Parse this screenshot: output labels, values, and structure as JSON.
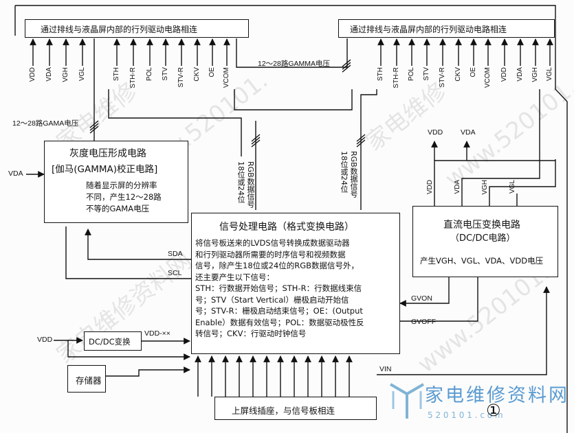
{
  "lcd_connect_label": "通过排线与液晶屏内部的行列驱动电路相连",
  "pins_left": [
    "VDD",
    "VDA",
    "VGH",
    "VGL",
    "STH",
    "STH-R",
    "POL",
    "STV",
    "STV-R",
    "CKV",
    "OE",
    "VCOM"
  ],
  "pins_right": [
    "STH",
    "STH-R",
    "POL",
    "STV",
    "STV-R",
    "CKV",
    "OE",
    "VCOM",
    "VDD",
    "VDA",
    "VGH",
    "VGL"
  ],
  "gamma_bus_top": "12～28路GAMMA电压",
  "gamma_bus_left": "12～28路GAMA电压",
  "gamma_block": {
    "title": "灰度电压形成电路",
    "subtitle": "[伽马(GAMMA)校正电路]",
    "desc": [
      "随着显示屏的分辨率",
      "不同，产生12～28路",
      "不等的GAMA电压"
    ]
  },
  "vda_input": "VDA",
  "rgb_bus_label": [
    "18位或24位",
    "RGB数据信号"
  ],
  "signal_block": {
    "title": "信号处理电路（格式变换电路）",
    "lines": [
      "将信号板送来的LVDS信号转换成数据驱动器",
      "和行列驱动器所需要的时序信号和视频数据",
      "信号，除产生18位或24位的RGB数据信号外，",
      "还主要产生以下信号：",
      "STH：行数据开始信号；STH-R：行数据线束信",
      "号；STV（Start Vertical）栅极启动开始信",
      "号；STV-R：栅极启动结束信号；OE：(Output",
      "Enable）数据有效信号；POL：数据驱动极性反",
      "转信号；CKV：行驱动时钟信号"
    ]
  },
  "sda_label": "SDA",
  "scl_label": "SCL",
  "gvon_label": "GVON",
  "gvoff_label": "GVOFF",
  "dcdc_block": {
    "title": "直流电压变换电路",
    "subtitle": "（DC/DC电路）",
    "desc": "产生VGH、VGL、VDA、VDD电压"
  },
  "dcdc_outputs": [
    "VDD",
    "VDA",
    "VGH",
    "VGL"
  ],
  "top_outputs": [
    "VDD",
    "VDA"
  ],
  "vdd_input": "VDD",
  "small_dcdc": "DC/DC变换",
  "vdd_xx": "VDD-××",
  "memory": "存储器",
  "vin_label": "VIN",
  "connector": "上屏线插座，与信号板相连",
  "circle_num": "①",
  "watermark_url": "www.520101.com",
  "watermark_cn": "家电维修资料网",
  "logo_text": "家电维修资料网",
  "logo_url": "5 2 0 1 0 1 . c o m"
}
